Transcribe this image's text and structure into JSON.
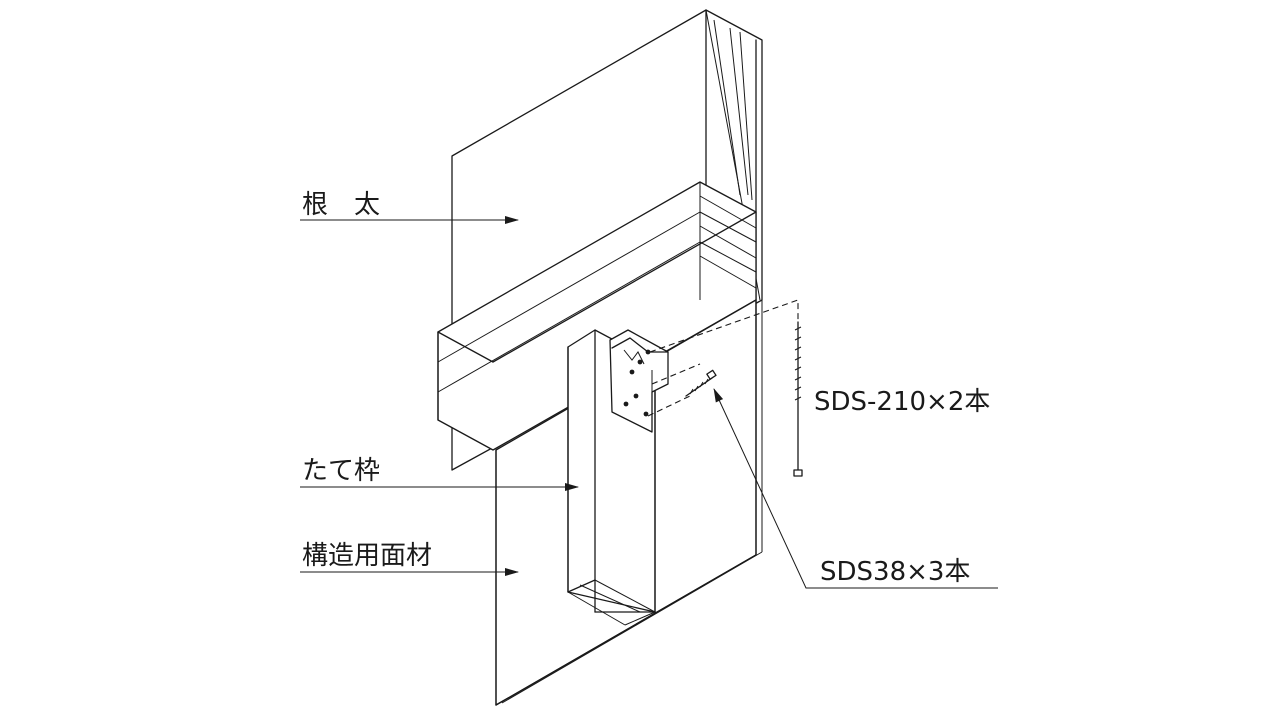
{
  "labels": {
    "joist": "根　太",
    "stud": "たて枠",
    "panel": "構造用面材",
    "screw_long": "SDS-210×2本",
    "screw_short": "SDS38×3本"
  },
  "colors": {
    "line": "#1a1a1a",
    "background": "#ffffff"
  }
}
